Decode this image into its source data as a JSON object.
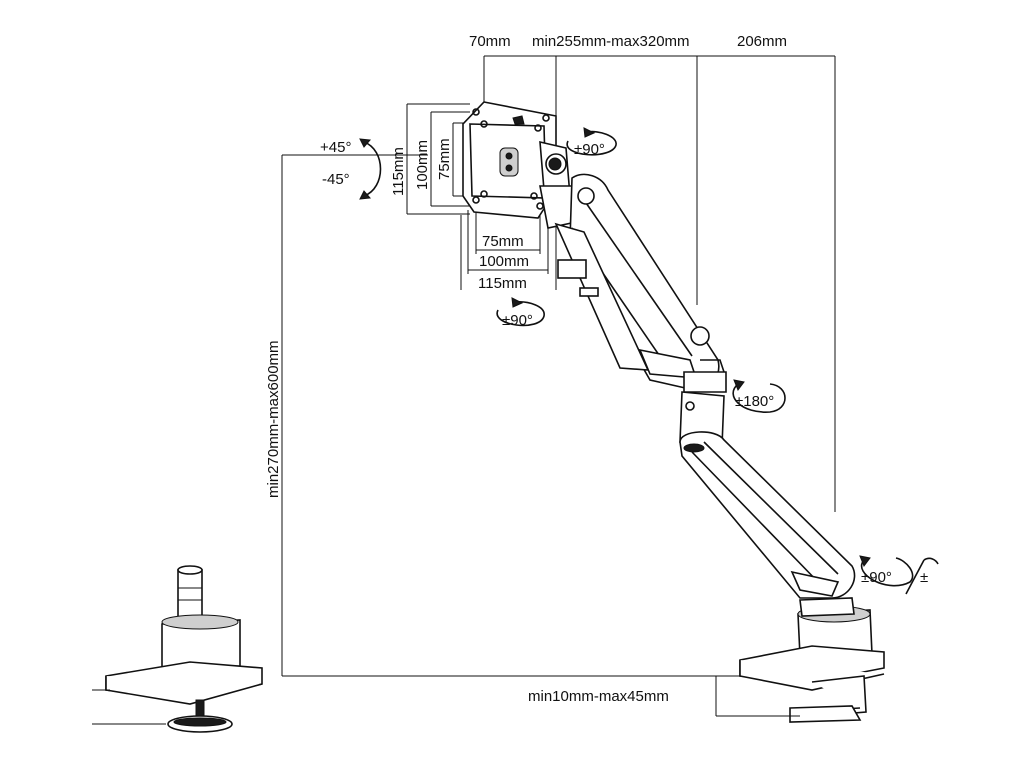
{
  "dimensions": {
    "top_offset": "70mm",
    "reach": "min255mm-max320mm",
    "depth": "206mm",
    "height_range": "min270mm-max600mm",
    "clamp_thickness": "min10mm-max45mm",
    "vesa_h": [
      "75mm",
      "100mm",
      "115mm"
    ],
    "vesa_v": [
      "115mm",
      "100mm",
      "75mm"
    ]
  },
  "rotations": {
    "tilt_up": "+45°",
    "tilt_down": "-45°",
    "swivel_head": "±90°",
    "rotate_plate": "±90°",
    "elbow": "±180°",
    "base_swivel": "±90°",
    "base_swivel_cut": "±"
  },
  "colors": {
    "line": "#111111",
    "accent_gray": "#cfcfcf",
    "background": "#ffffff"
  }
}
